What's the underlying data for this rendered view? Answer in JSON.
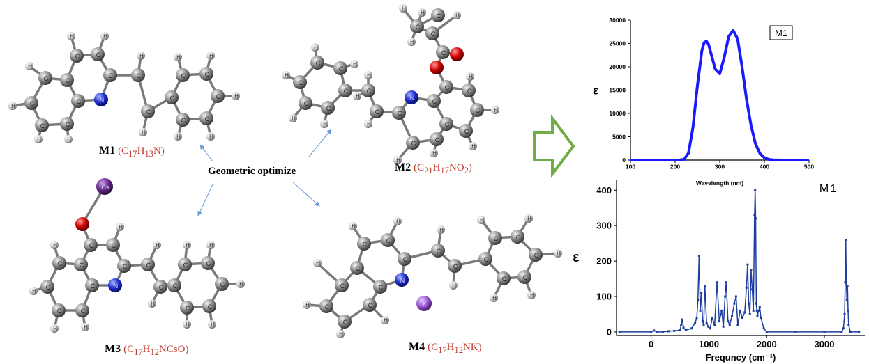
{
  "center_label": "Geometric optimize",
  "molecules": [
    {
      "id": "M1",
      "formula_parts": [
        [
          "(C",
          ""
        ],
        [
          "17",
          "sub"
        ],
        [
          "H",
          ""
        ],
        [
          "13",
          "sub"
        ],
        [
          "N)",
          ""
        ]
      ]
    },
    {
      "id": "M2",
      "formula_parts": [
        [
          "(C",
          ""
        ],
        [
          "21",
          "sub"
        ],
        [
          "H",
          ""
        ],
        [
          "17",
          "sub"
        ],
        [
          "NO",
          ""
        ],
        [
          "2",
          "sub"
        ],
        [
          ")",
          ""
        ]
      ]
    },
    {
      "id": "M3",
      "formula_parts": [
        [
          "(C",
          ""
        ],
        [
          "17",
          "sub"
        ],
        [
          "H",
          ""
        ],
        [
          "12",
          "sub"
        ],
        [
          "NCsO)",
          ""
        ]
      ]
    },
    {
      "id": "M4",
      "formula_parts": [
        [
          "(C",
          ""
        ],
        [
          "17",
          "sub"
        ],
        [
          "H",
          ""
        ],
        [
          "12",
          "sub"
        ],
        [
          "NK)",
          ""
        ]
      ]
    }
  ],
  "atom_labels": {
    "carbon": "C",
    "nitrogen": "N",
    "hydrogen": "H",
    "cesium": "Cs",
    "potassium": "K"
  },
  "colors": {
    "carbon": "#8c8c8c",
    "hydrogen": "#d9d9d9",
    "nitrogen": "#1f2fd1",
    "oxygen": "#d40000",
    "cesium": "#6a2c8e",
    "potassium": "#8e44c8",
    "arrow": "#6d9ad6",
    "big_arrow": "#70ad47",
    "series": "#1a1aff",
    "ir_series": "#1f3d9e"
  },
  "chart_data": [
    {
      "type": "line",
      "title": "M1",
      "xlabel": "Wavelength (nm)",
      "ylabel": "ε",
      "xlim": [
        100,
        500
      ],
      "ylim": [
        0,
        30000
      ],
      "xticks": [
        100,
        200,
        300,
        400,
        500
      ],
      "yticks": [
        0,
        5000,
        10000,
        15000,
        20000,
        25000,
        30000
      ],
      "grid": false,
      "series": [
        {
          "x": [
            100,
            200,
            210,
            220,
            230,
            240,
            250,
            260,
            265,
            270,
            275,
            280,
            290,
            300,
            310,
            320,
            330,
            340,
            350,
            360,
            370,
            380,
            390,
            400,
            410,
            420,
            430,
            440,
            450,
            500
          ],
          "y": [
            0,
            0,
            20,
            150,
            1500,
            7000,
            16000,
            23500,
            25200,
            25500,
            24800,
            23000,
            19500,
            18500,
            22000,
            26500,
            27800,
            26000,
            20000,
            13000,
            7500,
            3500,
            1400,
            500,
            150,
            40,
            10,
            0,
            0,
            0
          ]
        }
      ]
    },
    {
      "type": "line",
      "title": "M1",
      "xlabel": "Frequncy (cm⁻¹)",
      "ylabel": "ε",
      "xlim": [
        -600,
        3700
      ],
      "ylim": [
        -10,
        430
      ],
      "xticks": [
        0,
        1000,
        2000,
        3000
      ],
      "yticks": [
        0,
        100,
        200,
        300,
        400
      ],
      "grid": false,
      "series": [
        {
          "x": [
            -550,
            0,
            50,
            100,
            200,
            300,
            400,
            500,
            520,
            540,
            560,
            600,
            700,
            760,
            790,
            810,
            830,
            850,
            870,
            890,
            910,
            930,
            960,
            990,
            1020,
            1060,
            1100,
            1140,
            1180,
            1220,
            1250,
            1280,
            1300,
            1330,
            1360,
            1400,
            1440,
            1470,
            1500,
            1540,
            1580,
            1620,
            1650,
            1670,
            1690,
            1710,
            1730,
            1750,
            1770,
            1790,
            1800,
            1810,
            1820,
            1830,
            1840,
            1860,
            1880,
            1900,
            1950,
            2000,
            2500,
            3000,
            3300,
            3330,
            3350,
            3360,
            3370,
            3380,
            3390,
            3400,
            3410,
            3420,
            3450,
            3600
          ],
          "y": [
            0,
            0,
            4,
            0,
            0,
            2,
            3,
            5,
            20,
            35,
            12,
            5,
            10,
            25,
            40,
            90,
            215,
            60,
            110,
            30,
            20,
            130,
            25,
            15,
            10,
            40,
            20,
            140,
            30,
            60,
            15,
            100,
            140,
            30,
            20,
            45,
            80,
            100,
            20,
            60,
            40,
            55,
            125,
            190,
            80,
            50,
            175,
            120,
            60,
            330,
            400,
            320,
            80,
            60,
            45,
            60,
            70,
            40,
            10,
            0,
            0,
            0,
            0,
            10,
            50,
            140,
            260,
            140,
            90,
            130,
            60,
            20,
            0,
            0
          ]
        }
      ]
    }
  ]
}
